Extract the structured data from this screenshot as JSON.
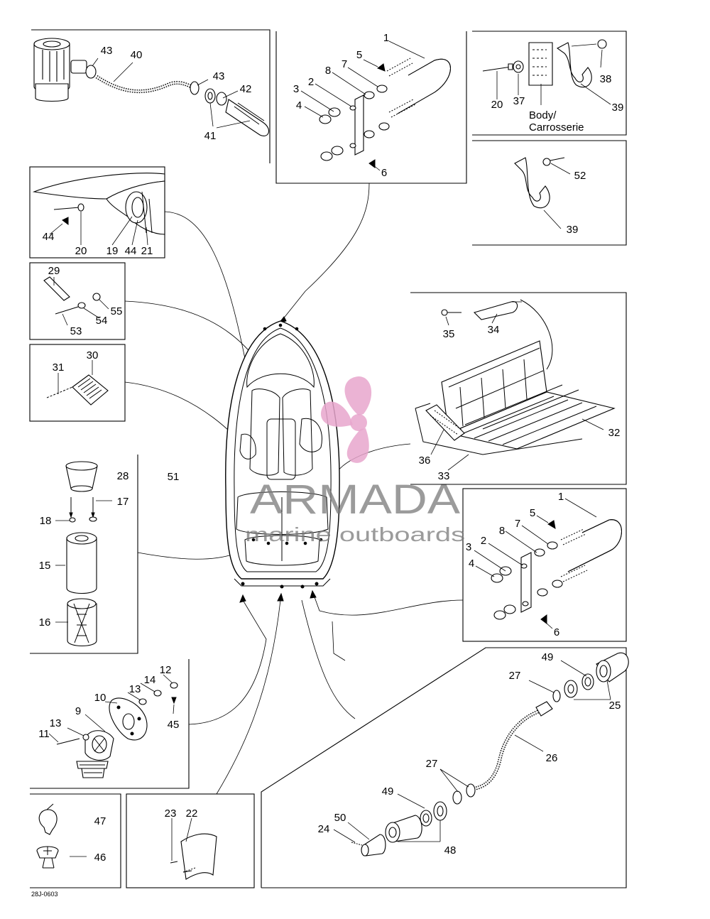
{
  "parts": {
    "p1": "1",
    "p2": "2",
    "p3": "3",
    "p4": "4",
    "p5": "5",
    "p6": "6",
    "p7": "7",
    "p8": "8",
    "p9": "9",
    "p10": "10",
    "p11": "11",
    "p12": "12",
    "p13": "13",
    "p14": "14",
    "p15": "15",
    "p16": "16",
    "p17": "17",
    "p18": "18",
    "p19": "19",
    "p20": "20",
    "p21": "21",
    "p22": "22",
    "p23": "23",
    "p24": "24",
    "p25": "25",
    "p26": "26",
    "p27": "27",
    "p28": "28",
    "p29": "29",
    "p30": "30",
    "p31": "31",
    "p32": "32",
    "p33": "33",
    "p34": "34",
    "p35": "35",
    "p36": "36",
    "p37": "37",
    "p38": "38",
    "p39": "39",
    "p40": "40",
    "p41": "41",
    "p42": "42",
    "p43": "43",
    "p44": "44",
    "p45": "45",
    "p46": "46",
    "p47": "47",
    "p48": "48",
    "p49": "49",
    "p50": "50",
    "p51": "51",
    "p52": "52",
    "p53": "53",
    "p54": "54",
    "p55": "55"
  },
  "body_label": {
    "line1": "Body/",
    "line2": "Carrosserie"
  },
  "drawing_code": "28J-0603",
  "watermark": {
    "brand": "ARMADA",
    "tagline": "marine outboards",
    "color": "#e8a6cc"
  }
}
